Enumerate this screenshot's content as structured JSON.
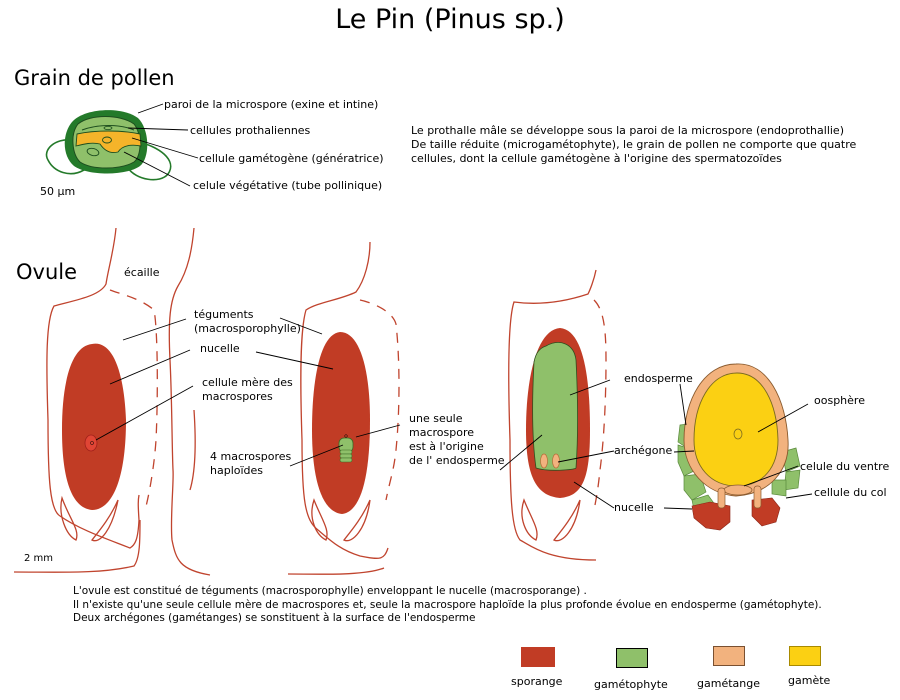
{
  "title": "Le Pin (Pinus sp.)",
  "pollen": {
    "heading": "Grain de pollen",
    "labels": {
      "wall": "paroi de la microspore (exine et intine)",
      "prothallial": "cellules prothaliennes",
      "generative": "cellule gamétogène (génératrice)",
      "vegetative": "celule végétative (tube pollinique)"
    },
    "scale": "50 µm",
    "description": [
      "Le prothalle mâle se développe sous la paroi de la microspore (endoprothallie)",
      "De taille réduite (microgamétophyte), le grain de pollen ne comporte que quatre",
      "cellules, dont la cellule gamétogène à l'origine des spermatozoïdes"
    ]
  },
  "ovule": {
    "heading": "Ovule",
    "labels": {
      "scale_bract": "écaille",
      "integuments_1": "téguments",
      "integuments_2": "(macrosporophylle)",
      "nucellus": "nucelle",
      "mother_cell_1": "cellule mère des",
      "mother_cell_2": "macrospores",
      "four_spores_1": "4 macrospores",
      "four_spores_2": "haploïdes",
      "single_spore_1": "une seule",
      "single_spore_2": "macrospore",
      "single_spore_3": "est à l'origine",
      "single_spore_4": "de l' endosperme",
      "endosperm": "endosperme",
      "archegonium": "archégone",
      "nucellus_2": "nucelle",
      "oosphere": "oosphère",
      "ventral_cell": "celule du ventre",
      "neck_cell": "cellule du col"
    },
    "scale": "2 mm",
    "description": [
      "L'ovule est constitué de téguments (macrosporophylle) enveloppant le nucelle (macrosporange) .",
      "Il n'existe qu'une seule cellule mère de macrospores et, seule la macrospore haploïde la plus profonde évolue en endosperme  (gamétophyte).",
      "Deux archégones (gamétanges) se sonstituent à la surface de l'endosperme"
    ]
  },
  "legend": [
    {
      "label": "sporange",
      "color": "#c13c25"
    },
    {
      "label": "gamétophyte",
      "color": "#8fc06a"
    },
    {
      "label": "gamétange",
      "color": "#f2b27e"
    },
    {
      "label": "gamète",
      "color": "#fbd013"
    }
  ],
  "colors": {
    "sporange": "#c13c25",
    "gametophyte": "#8fc06a",
    "gametange": "#f2b27e",
    "gamete": "#fbd013",
    "pollen_wall": "#247a2a",
    "pollen_orange": "#f5b42a",
    "outline": "#c0442e"
  }
}
